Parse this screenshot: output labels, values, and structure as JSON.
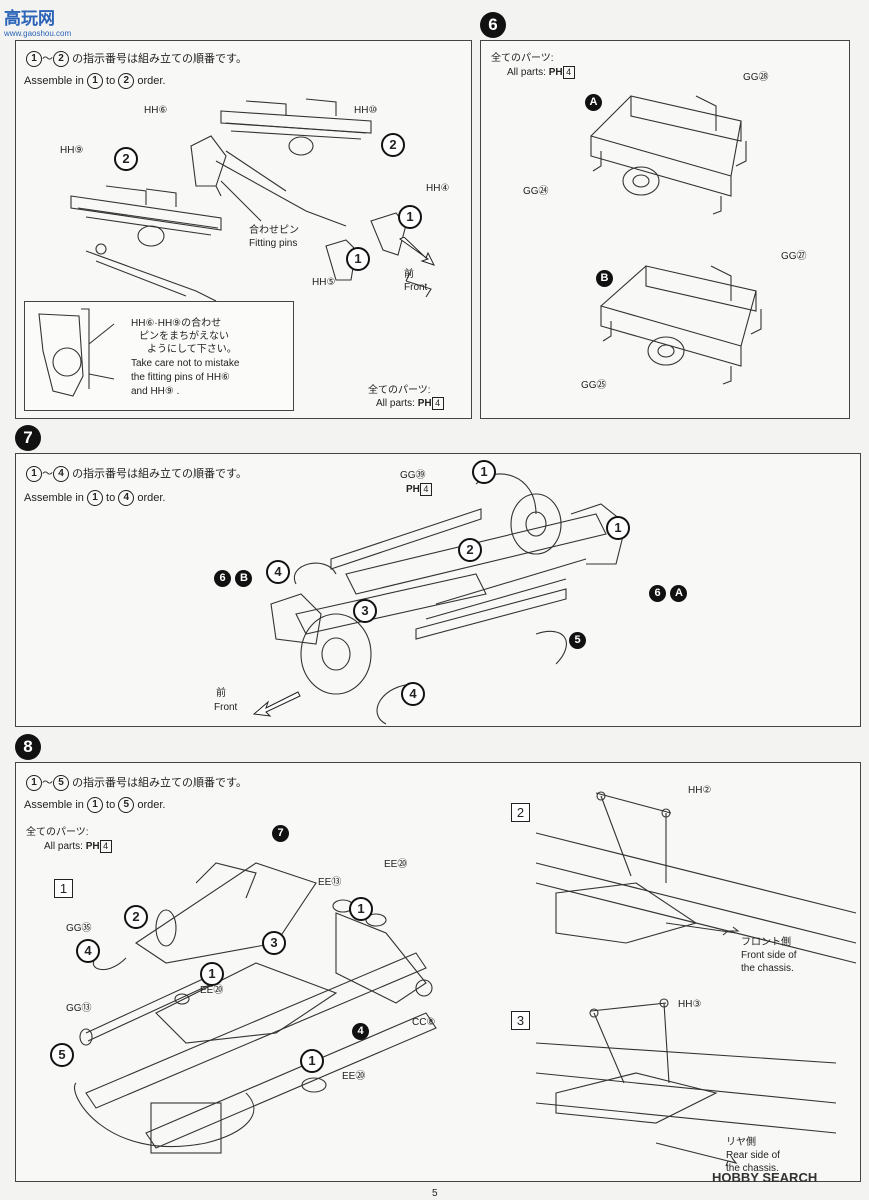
{
  "header": {
    "logo_text": "高玩网",
    "logo_url": "www.gaoshou.com"
  },
  "step6": {
    "number": "6",
    "all_parts_jp": "全てのパーツ:",
    "all_parts_en": "All parts:",
    "parts_code": "PH",
    "parts_num": "4",
    "A": "A",
    "B": "B",
    "labels": [
      "GG㉘",
      "GG㉔",
      "GG㉗",
      "GG㉕"
    ]
  },
  "panel_top_left": {
    "order_jp": "の指示番号は組み立ての順番です。",
    "order_en_prefix": "Assemble in",
    "order_en_to": "to",
    "order_en_suffix": "order.",
    "first": "1",
    "last": "2",
    "tilde": "～",
    "labels": [
      "HH⑥",
      "HH⑩",
      "HH⑨",
      "HH④",
      "HH⑤"
    ],
    "fitting_jp": "合わせピン",
    "fitting_en": "Fitting pins",
    "front_jp": "前",
    "front_en": "Front",
    "note_jp1": "HH⑥·HH⑨の合わせ",
    "note_jp2": "ピンをまちがえない",
    "note_jp3": "ようにして下さい。",
    "note_en1": "Take care not to mistake",
    "note_en2": "the fitting pins of HH⑥",
    "note_en3": "and HH⑨ .",
    "all_parts_jp": "全てのパーツ:",
    "all_parts_en": "All parts:",
    "parts_code": "PH",
    "parts_num": "4"
  },
  "step7": {
    "number": "7",
    "order_jp": "の指示番号は組み立ての順番です。",
    "order_en_prefix": "Assemble in",
    "order_en_to": "to",
    "order_en_suffix": "order.",
    "first": "1",
    "last": "4",
    "tilde": "～",
    "gg_label": "GG㊴",
    "parts_code": "PH",
    "parts_num": "4",
    "front_jp": "前",
    "front_en": "Front",
    "ref_6B": "6",
    "ref_6A": "6",
    "B": "B",
    "A": "A",
    "five": "5"
  },
  "step8": {
    "number": "8",
    "order_jp": "の指示番号は組み立ての順番です。",
    "order_en_prefix": "Assemble in",
    "order_en_to": "to",
    "order_en_suffix": "order.",
    "first": "1",
    "last": "5",
    "tilde": "～",
    "all_parts_jp": "全てのパーツ:",
    "all_parts_en": "All parts:",
    "parts_code": "PH",
    "parts_num": "4",
    "sub1": "1",
    "sub2": "2",
    "sub3": "3",
    "seven": "7",
    "four": "4",
    "labels": [
      "GG㉟",
      "EE⑬",
      "EE⑳",
      "EE⑳",
      "GG⑬",
      "CC⑧",
      "EE⑳",
      "HH②",
      "HH③"
    ],
    "front_side_jp": "フロント側",
    "front_side_en1": "Front side of",
    "front_side_en2": "the chassis.",
    "rear_side_jp": "リヤ側",
    "rear_side_en1": "Rear side of",
    "rear_side_en2": "the chassis."
  },
  "footer": {
    "page_number": "5",
    "watermark": "HOBBY SEARCH"
  }
}
